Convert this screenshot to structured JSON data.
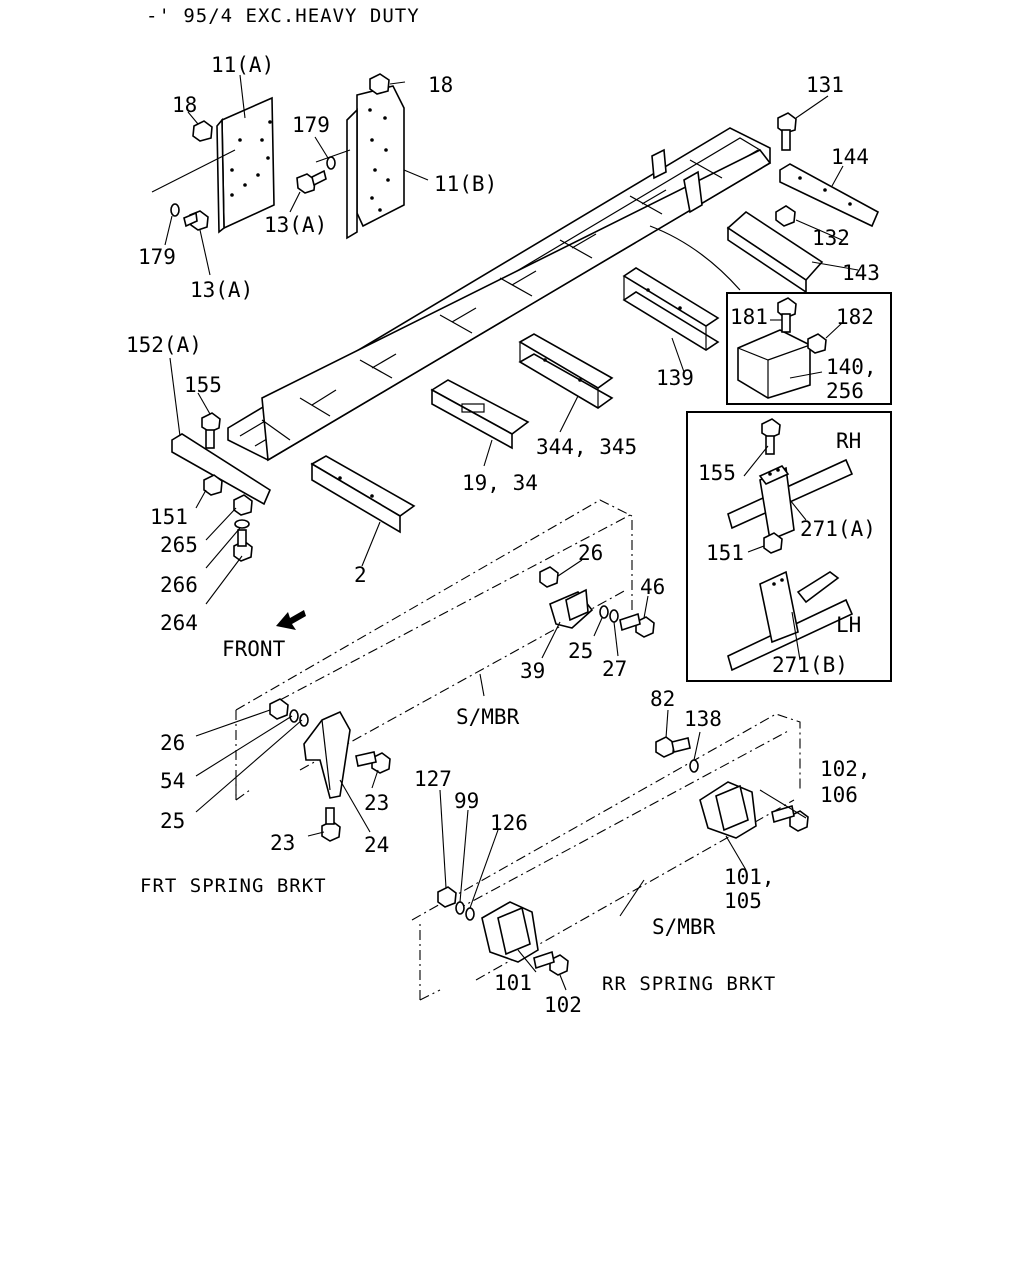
{
  "header": {
    "note": "-' 95/4 EXC.HEAVY DUTY"
  },
  "labels": {
    "l11a": "11(A)",
    "l18a": "18",
    "l18b": "18",
    "l179a": "179",
    "l179b": "179",
    "l11b": "11(B)",
    "l13a1": "13(A)",
    "l13a2": "13(A)",
    "l131": "131",
    "l144": "144",
    "l132": "132",
    "l143": "143",
    "l181": "181",
    "l182": "182",
    "l140": "140,",
    "l256": "256",
    "l139": "139",
    "l152a": "152(A)",
    "l155a": "155",
    "l151a": "151",
    "l265": "265",
    "l266": "266",
    "l264": "264",
    "l2": "2",
    "l1934": "19, 34",
    "l344": "344, 345",
    "rh": "RH",
    "l155b": "155",
    "l271a": "271(A)",
    "l151b": "151",
    "lh": "LH",
    "l271b": "271(B)",
    "l26a": "26",
    "l46": "46",
    "l25a": "25",
    "l27": "27",
    "l39": "39",
    "front": "FRONT",
    "smbr1": "S/MBR",
    "l26b": "26",
    "l54": "54",
    "l25b": "25",
    "l23a": "23",
    "l23b": "23",
    "l24": "24",
    "frt": "FRT SPRING BRKT",
    "l82": "82",
    "l138": "138",
    "l102a": "102,",
    "l106": "106",
    "l127": "127",
    "l99": "99",
    "l126": "126",
    "l101a": "101,",
    "l105": "105",
    "smbr2": "S/MBR",
    "l101b": "101",
    "l102b": "102",
    "rr": "RR SPRING BRKT"
  }
}
